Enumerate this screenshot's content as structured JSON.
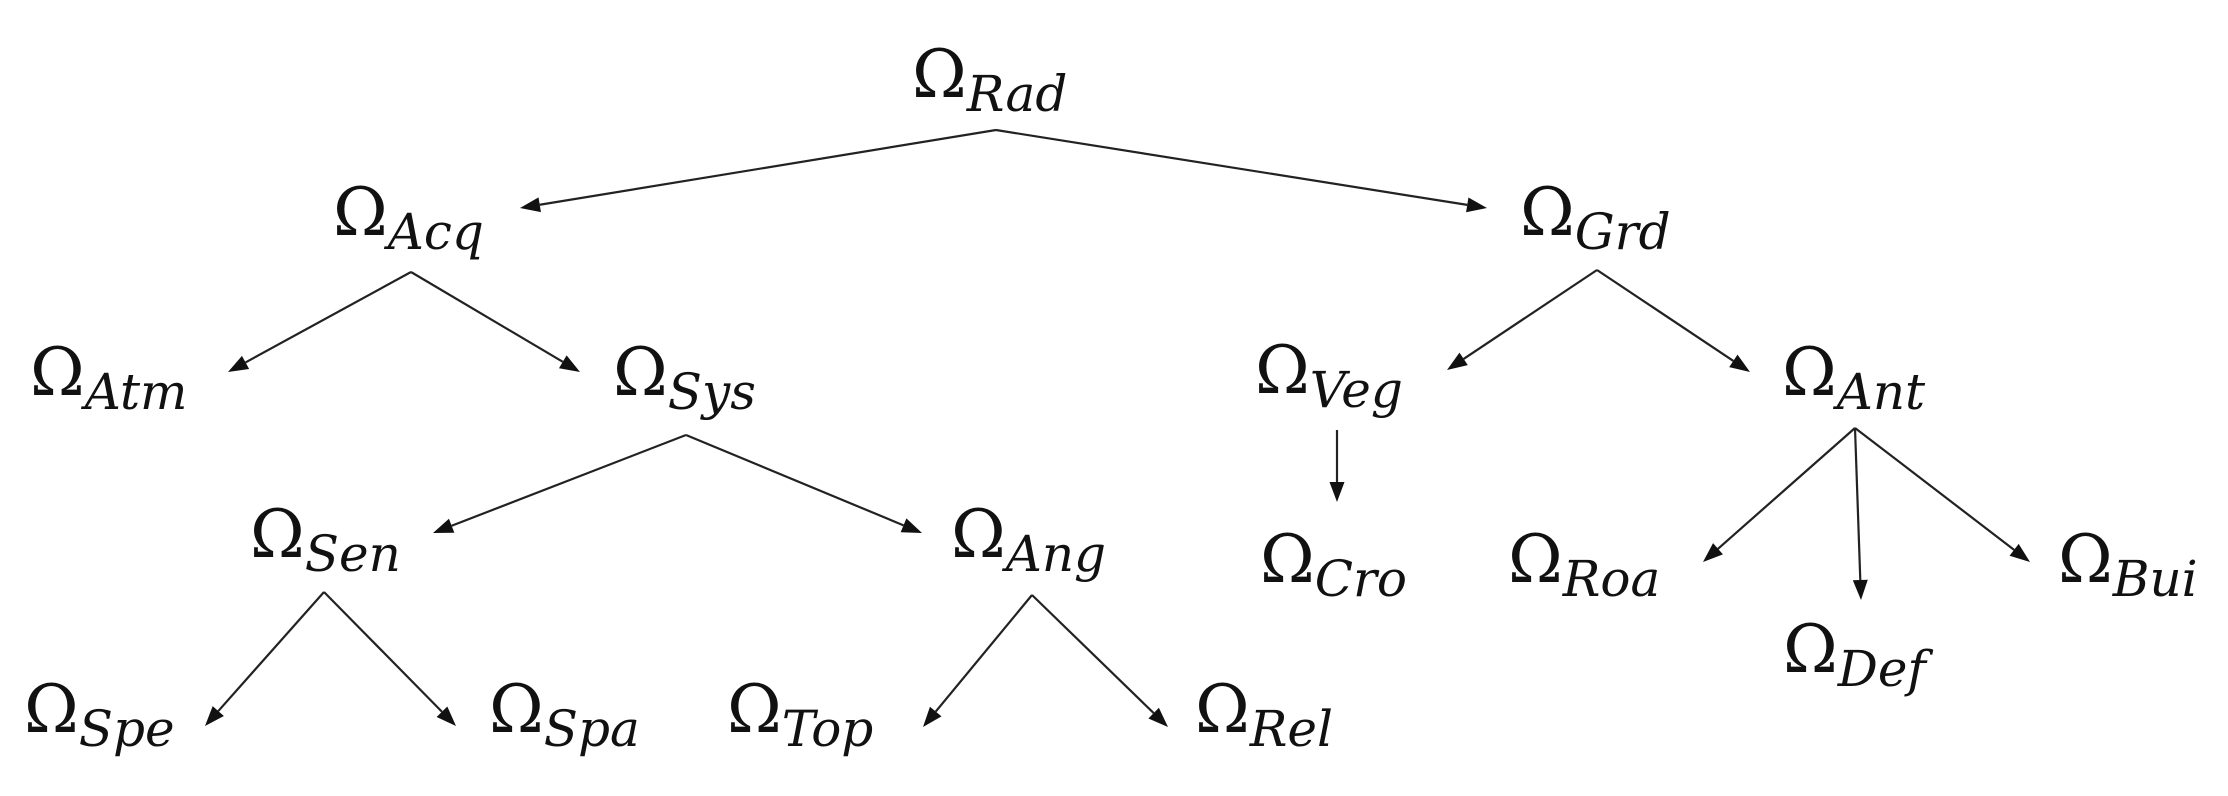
{
  "diagram": {
    "symbol": "Ω",
    "nodes": {
      "rad": {
        "sub": "Rad"
      },
      "acq": {
        "sub": "Acq"
      },
      "grd": {
        "sub": "Grd"
      },
      "atm": {
        "sub": "Atm"
      },
      "sys": {
        "sub": "Sys"
      },
      "veg": {
        "sub": "Veg"
      },
      "ant": {
        "sub": "Ant"
      },
      "sen": {
        "sub": "Sen"
      },
      "ang": {
        "sub": "Ang"
      },
      "cro": {
        "sub": "Cro"
      },
      "roa": {
        "sub": "Roa"
      },
      "def": {
        "sub": "Def"
      },
      "bui": {
        "sub": "Bui"
      },
      "spe": {
        "sub": "Spe"
      },
      "spa": {
        "sub": "Spa"
      },
      "top": {
        "sub": "Top"
      },
      "rel": {
        "sub": "Rel"
      }
    },
    "edges": [
      {
        "from": "rad",
        "to": "acq"
      },
      {
        "from": "rad",
        "to": "grd"
      },
      {
        "from": "acq",
        "to": "atm"
      },
      {
        "from": "acq",
        "to": "sys"
      },
      {
        "from": "grd",
        "to": "veg"
      },
      {
        "from": "grd",
        "to": "ant"
      },
      {
        "from": "sys",
        "to": "sen"
      },
      {
        "from": "sys",
        "to": "ang"
      },
      {
        "from": "veg",
        "to": "cro"
      },
      {
        "from": "ant",
        "to": "roa"
      },
      {
        "from": "ant",
        "to": "def"
      },
      {
        "from": "ant",
        "to": "bui"
      },
      {
        "from": "sen",
        "to": "spe"
      },
      {
        "from": "sen",
        "to": "spa"
      },
      {
        "from": "ang",
        "to": "top"
      },
      {
        "from": "ang",
        "to": "rel"
      }
    ]
  }
}
